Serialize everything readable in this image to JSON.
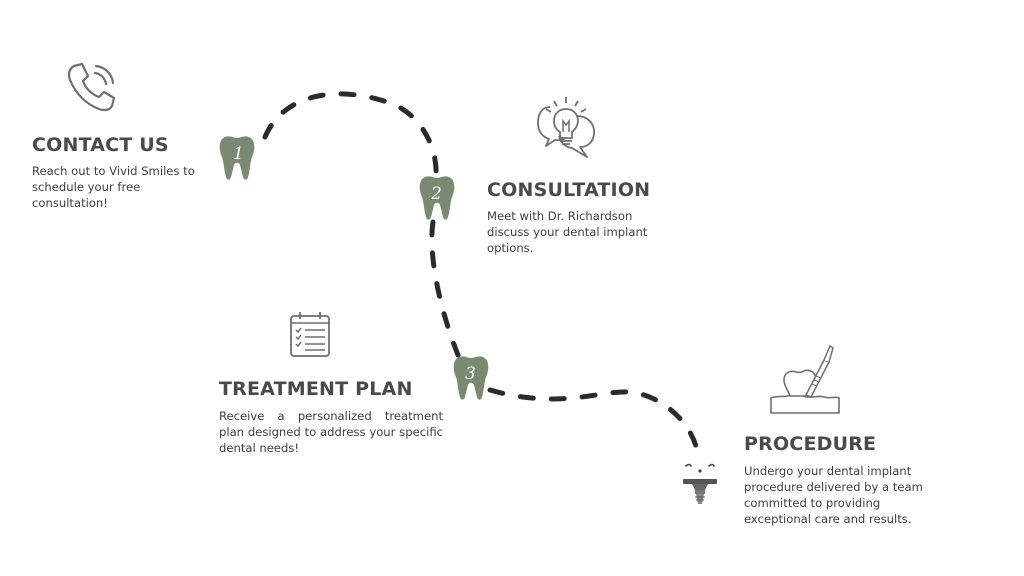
{
  "steps": [
    {
      "number": "1",
      "title": "CONTACT US",
      "description": "Reach out to Vivid Smiles to schedule your free consultation!",
      "icon": "phone-icon"
    },
    {
      "number": "2",
      "title": "CONSULTATION",
      "description": "Meet with Dr. Richardson discuss your dental implant options.",
      "icon": "lightbulb-speech-icon"
    },
    {
      "number": "3",
      "title": "TREATMENT PLAN",
      "description": "Receive a personalized treatment plan designed to address your specific dental needs!",
      "icon": "checklist-icon"
    },
    {
      "number": "",
      "title": "PROCEDURE",
      "description": "Undergo your dental implant procedure delivered by a team committed to providing exceptional care and results.",
      "icon": "dental-tool-tooth-icon"
    }
  ],
  "colors": {
    "tooth": "#7a8a70",
    "path": "#2b2b2b",
    "title": "#4a4a4a",
    "text": "#3e3e3e",
    "icon_stroke": "#6f6f6f"
  }
}
